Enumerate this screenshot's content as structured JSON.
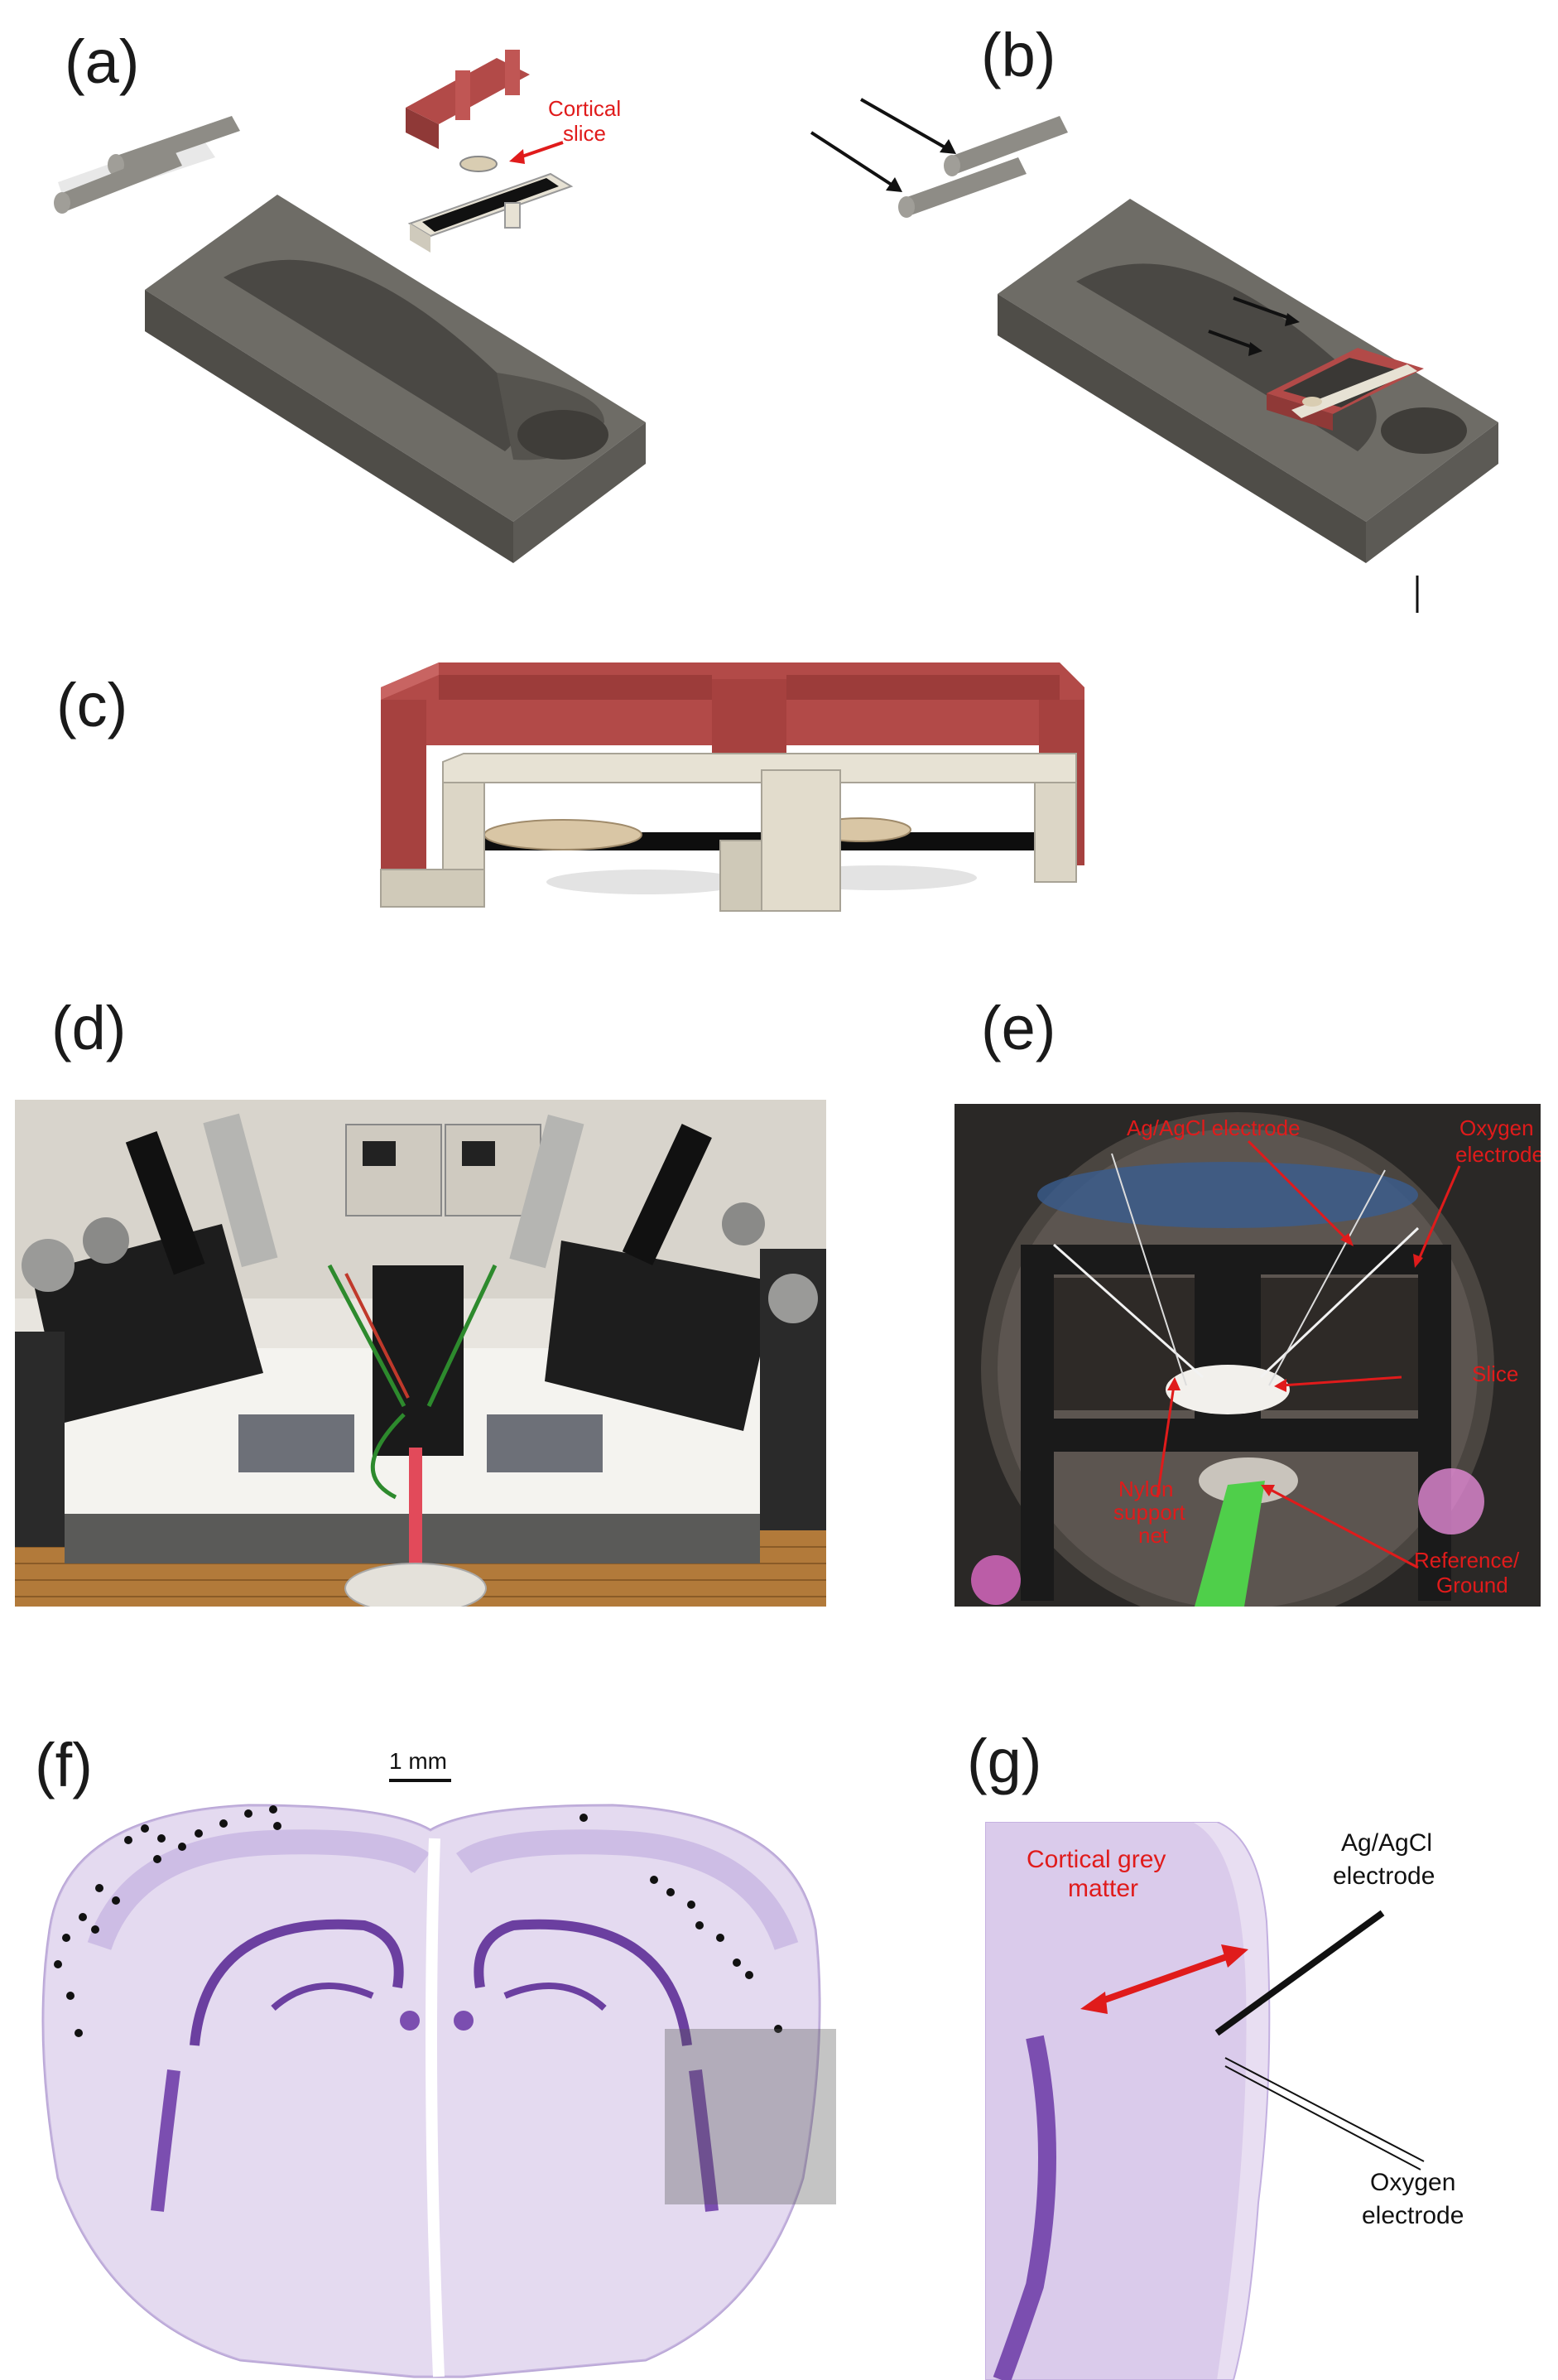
{
  "labels": {
    "a": "(a)",
    "b": "(b)",
    "c": "(c)",
    "d": "(d)",
    "e": "(e)",
    "f": "(f)",
    "g": "(g)"
  },
  "panel_a": {
    "annotation_line1": "Cortical",
    "annotation_line2": "slice"
  },
  "panel_e": {
    "agcl": "Ag/AgCl electrode",
    "oxygen_line1": "Oxygen",
    "oxygen_line2": "electrode",
    "slice": "Slice",
    "nylon_line1": "Nylon",
    "nylon_line2": "support",
    "nylon_line3": "net",
    "reference_line1": "Reference/",
    "reference_line2": "Ground"
  },
  "panel_f": {
    "scale_bar": "1 mm"
  },
  "panel_g": {
    "grey_line1": "Cortical grey",
    "grey_line2": "matter",
    "agcl_line1": "Ag/AgCl",
    "agcl_line2": "electrode",
    "oxygen_line1": "Oxygen",
    "oxygen_line2": "electrode"
  },
  "colors": {
    "red_part": "#b24a48",
    "cream_part": "#e7e2d4",
    "grey_body": "#6e6c66",
    "annotation_red": "#e01b1b",
    "stain": "#8e6fb8"
  }
}
